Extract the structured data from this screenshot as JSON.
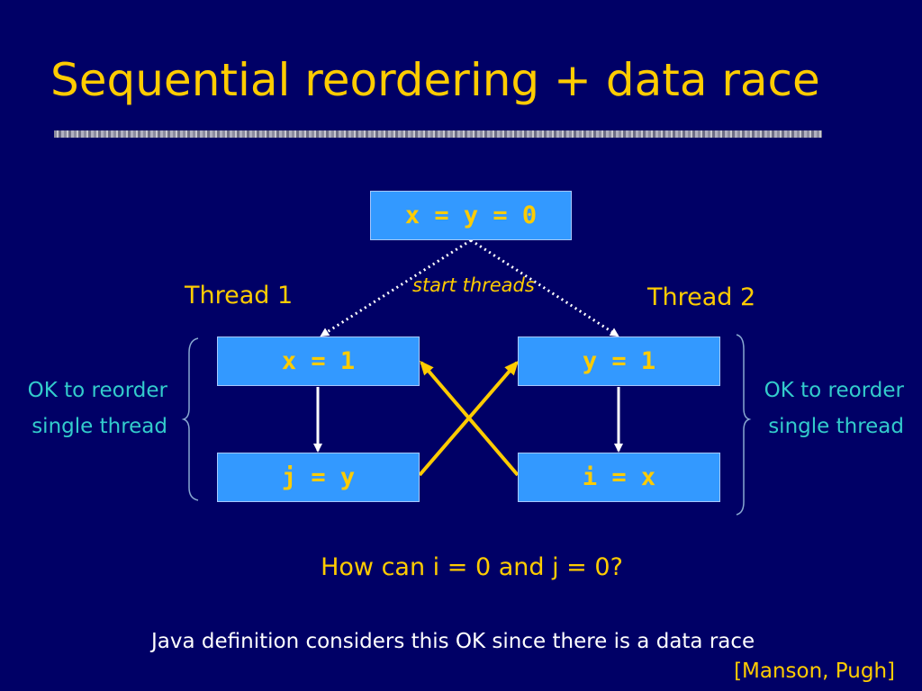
{
  "slide": {
    "title": "Sequential reordering + data race"
  },
  "diagram": {
    "init_box": "x = y = 0",
    "start_label": "start threads",
    "thread1": {
      "label": "Thread 1",
      "first": "x = 1",
      "second": "j = y"
    },
    "thread2": {
      "label": "Thread 2",
      "first": "y = 1",
      "second": "i = x"
    },
    "left_note": {
      "line1": "OK to reorder",
      "line2": "single thread"
    },
    "right_note": {
      "line1": "OK to reorder",
      "line2": "single thread"
    }
  },
  "footer": {
    "question": "How can i = 0 and j = 0?",
    "note": "Java definition considers this OK since there is a data race",
    "citation": "[Manson, Pugh]"
  },
  "colors": {
    "background": "#000066",
    "accent": "#FFCC00",
    "box_fill": "#3399FF",
    "note_text": "#33CCCC"
  }
}
